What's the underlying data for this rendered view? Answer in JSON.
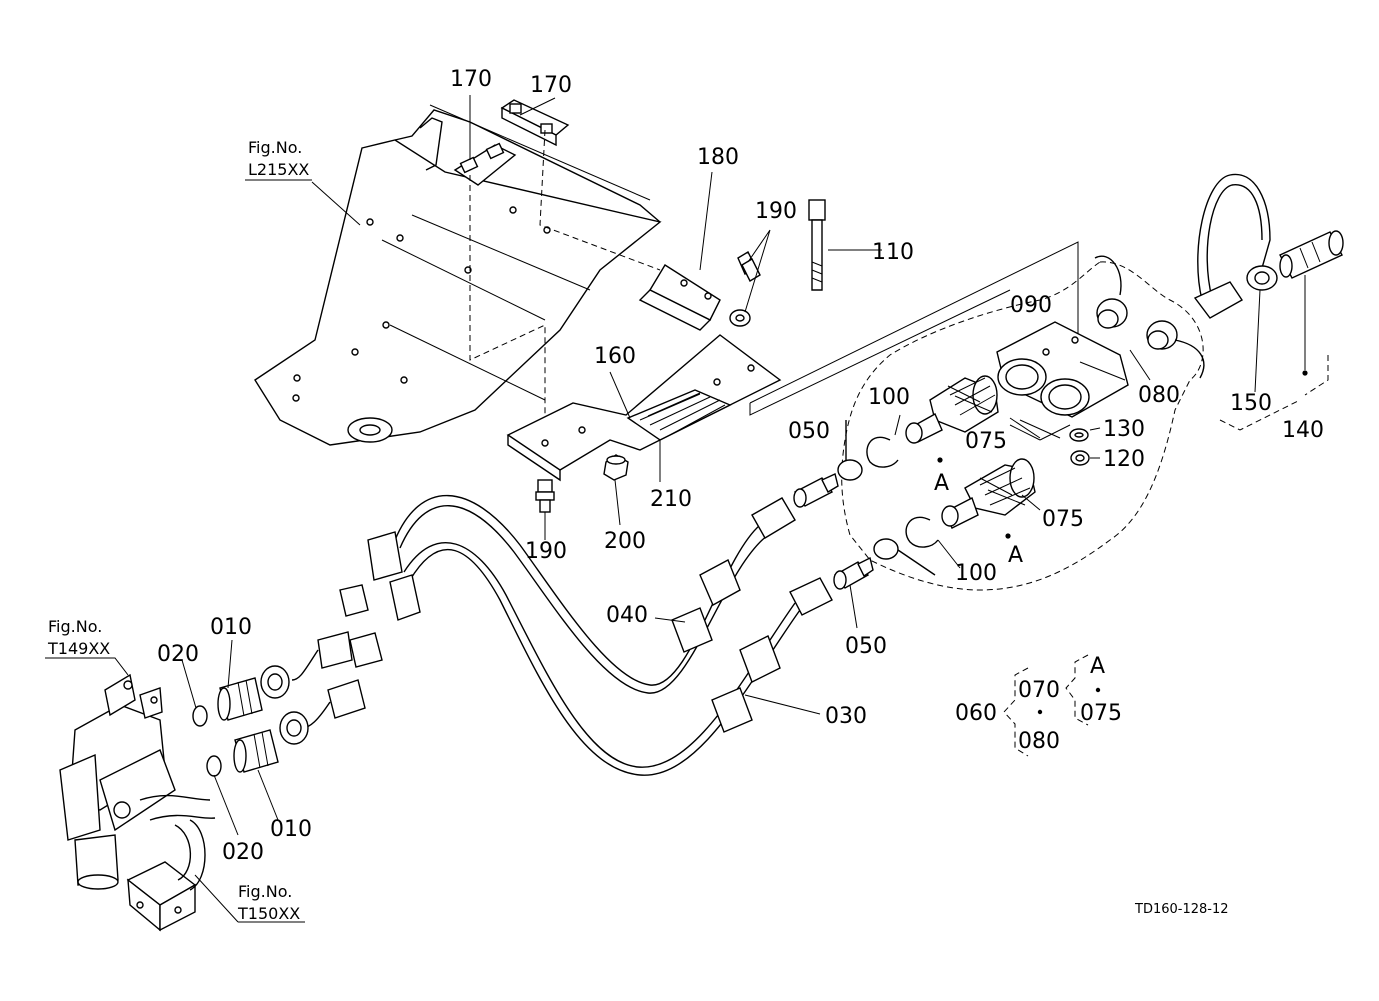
{
  "drawing": {
    "code": "TD160-128-12",
    "references": {
      "l215": [
        "Fig.No.",
        "L215XX"
      ],
      "t149": [
        "Fig.No.",
        "T149XX"
      ],
      "t150": [
        "Fig.No.",
        "T150XX"
      ]
    },
    "callouts": {
      "c170a": "170",
      "c170b": "170",
      "c180": "180",
      "c190a": "190",
      "c110": "110",
      "c090": "090",
      "c080": "080",
      "c150": "150",
      "c140": "140",
      "c160": "160",
      "c100a": "100",
      "c050a": "050",
      "c075a": "075",
      "c130": "130",
      "c120": "120",
      "cA1": "A",
      "c210": "210",
      "c190b": "190",
      "c200": "200",
      "c075b": "075",
      "cA2": "A",
      "c100b": "100",
      "c040": "040",
      "c050b": "050",
      "c030": "030",
      "c010a": "010",
      "c020a": "020",
      "c010b": "010",
      "c020b": "020"
    },
    "legend": {
      "assembly": "060",
      "top": "070",
      "bottom": "080",
      "marker": "A",
      "sub": "075"
    }
  }
}
